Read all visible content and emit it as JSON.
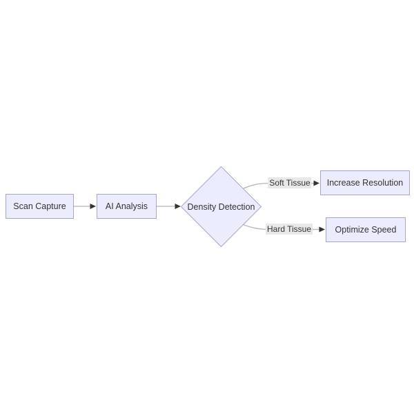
{
  "diagram": {
    "type": "flowchart",
    "direction": "left-to-right",
    "nodes": [
      {
        "id": "scan-capture",
        "label": "Scan Capture",
        "shape": "rectangle"
      },
      {
        "id": "ai-analysis",
        "label": "AI Analysis",
        "shape": "rectangle"
      },
      {
        "id": "density-detection",
        "label": "Density Detection",
        "shape": "diamond"
      },
      {
        "id": "increase-resolution",
        "label": "Increase Resolution",
        "shape": "rectangle"
      },
      {
        "id": "optimize-speed",
        "label": "Optimize Speed",
        "shape": "rectangle"
      }
    ],
    "edges": [
      {
        "from": "scan-capture",
        "to": "ai-analysis",
        "label": ""
      },
      {
        "from": "ai-analysis",
        "to": "density-detection",
        "label": ""
      },
      {
        "from": "density-detection",
        "to": "increase-resolution",
        "label": "Soft Tissue"
      },
      {
        "from": "density-detection",
        "to": "optimize-speed",
        "label": "Hard Tissue"
      }
    ]
  },
  "colors": {
    "node-fill": "#ECECFF",
    "node-border": "#a9a4c9",
    "edge-line": "#b5b5b5",
    "arrowhead": "#333333",
    "label-bg": "#e8e8e8",
    "text": "#333333",
    "background": "#ffffff"
  }
}
